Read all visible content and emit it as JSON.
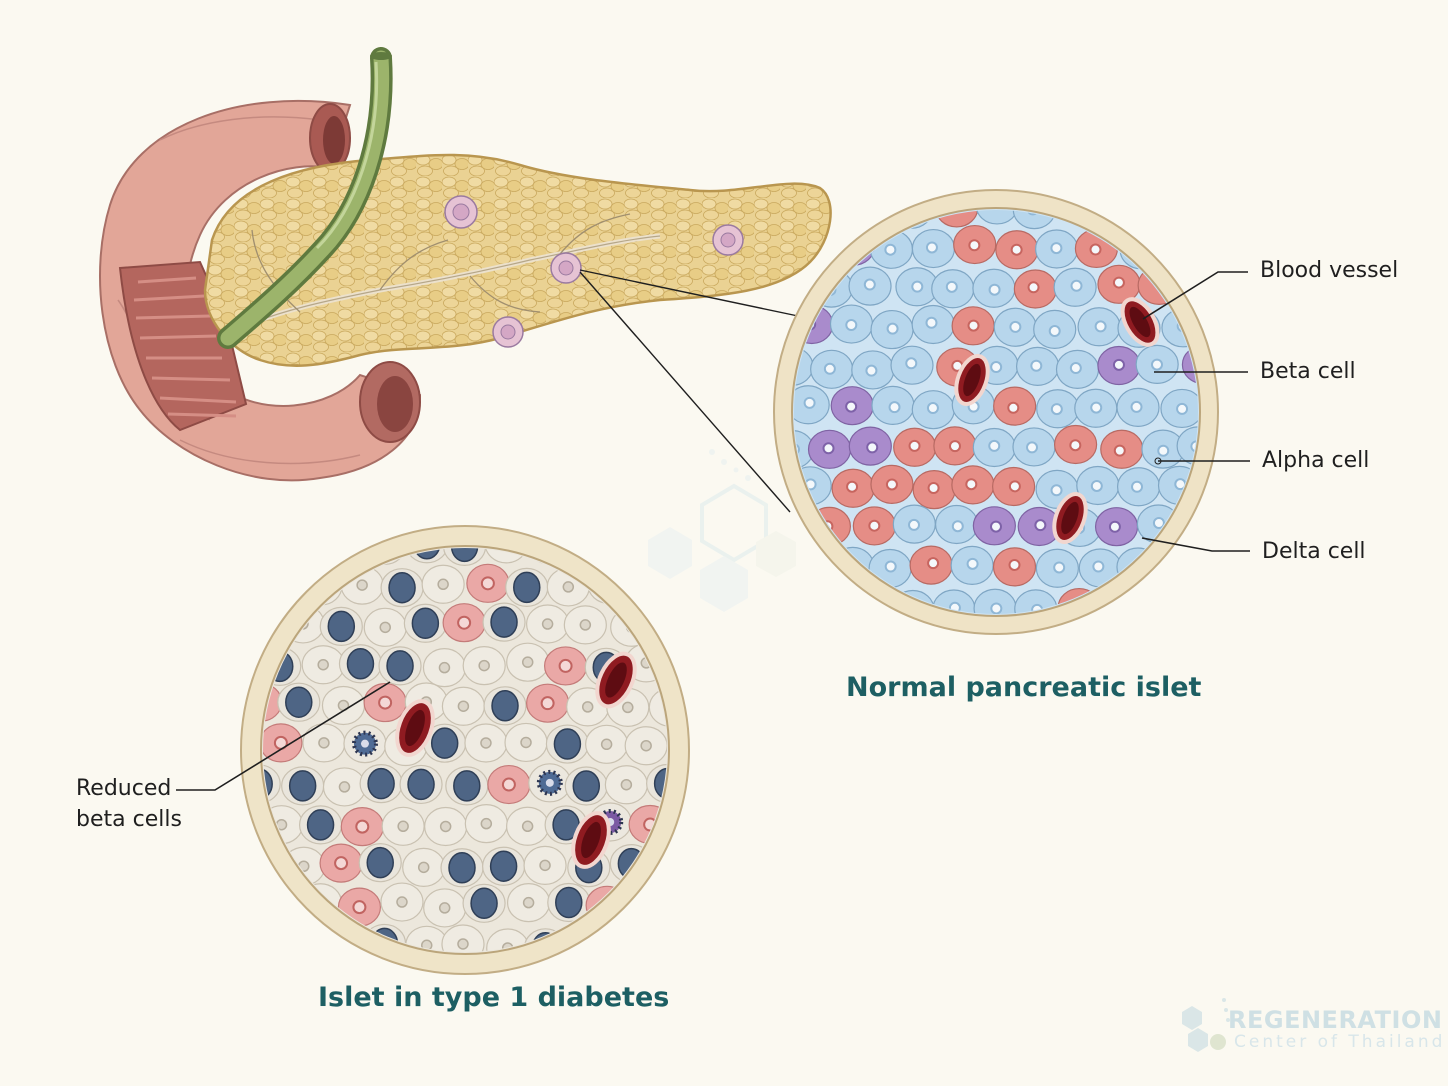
{
  "labels": {
    "blood_vessel": "Blood vessel",
    "beta_cell": "Beta cell",
    "alpha_cell": "Alpha cell",
    "delta_cell": "Delta cell",
    "reduced_line1": "Reduced",
    "reduced_line2": "beta cells"
  },
  "captions": {
    "normal": "Normal pancreatic islet",
    "diabetes": "Islet in type 1 diabetes"
  },
  "watermark": {
    "title": "REGENERATION",
    "subtitle": "Center of Thailand"
  },
  "colors": {
    "background": "#fbf9f1",
    "beta_cell": "#e58d86",
    "alpha_cell": "#b7d6ec",
    "delta_cell": "#a98bcc",
    "blood_vessel": "#8f1b21",
    "damaged_cell": "#4e6585",
    "pancreas": "#e9cf8a",
    "duodenum": "#e2a89a",
    "caption": "#1d5f63"
  }
}
